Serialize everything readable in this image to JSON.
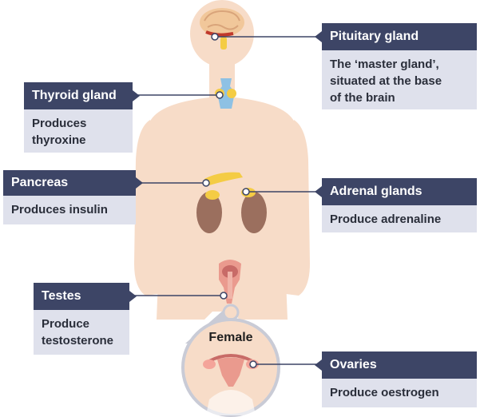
{
  "colors": {
    "label_header_bg": "#3d4566",
    "label_body_bg": "#dfe1ec",
    "skin": "#f7dcc8",
    "kidney": "#9b6f5e",
    "thyroid_blue": "#8ec1e4",
    "gland_yellow": "#f4cc44",
    "leader_line": "#3d4566"
  },
  "labels": {
    "pituitary": {
      "title": "Pituitary gland",
      "desc": [
        "The ‘master gland’,",
        "situated at the base",
        "of the brain"
      ]
    },
    "thyroid": {
      "title": "Thyroid gland",
      "desc": [
        "Produces",
        "thyroxine"
      ]
    },
    "pancreas": {
      "title": "Pancreas",
      "desc": [
        "Produces insulin"
      ]
    },
    "adrenal": {
      "title": "Adrenal glands",
      "desc": [
        "Produce adrenaline"
      ]
    },
    "testes": {
      "title": "Testes",
      "desc": [
        "Produce",
        "testosterone"
      ]
    },
    "ovaries": {
      "title": "Ovaries",
      "desc": [
        "Produce oestrogen"
      ]
    }
  },
  "inset": {
    "title": "Female"
  }
}
